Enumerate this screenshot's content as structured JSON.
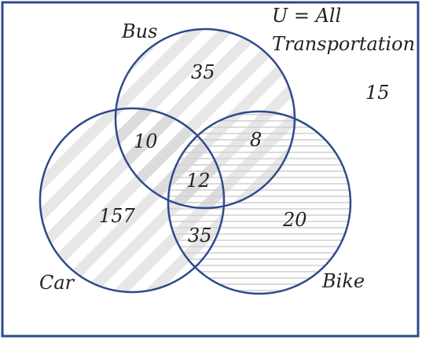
{
  "universe": {
    "line1": "U = All",
    "line2": "Transportation",
    "outside_count": "15"
  },
  "sets": {
    "bus": "Bus",
    "car": "Car",
    "bike": "Bike"
  },
  "regions": {
    "bus_only": "35",
    "car_only": "157",
    "bike_only": "20",
    "bus_car": "10",
    "bus_bike": "8",
    "car_bike": "35",
    "all_three": "12"
  },
  "colors": {
    "circle_stroke": "#2E4A8C",
    "border": "#2E4A8C",
    "diagonal_hatch": "#C8C8C8",
    "horizontal_hatch": "#D2D2D2"
  }
}
